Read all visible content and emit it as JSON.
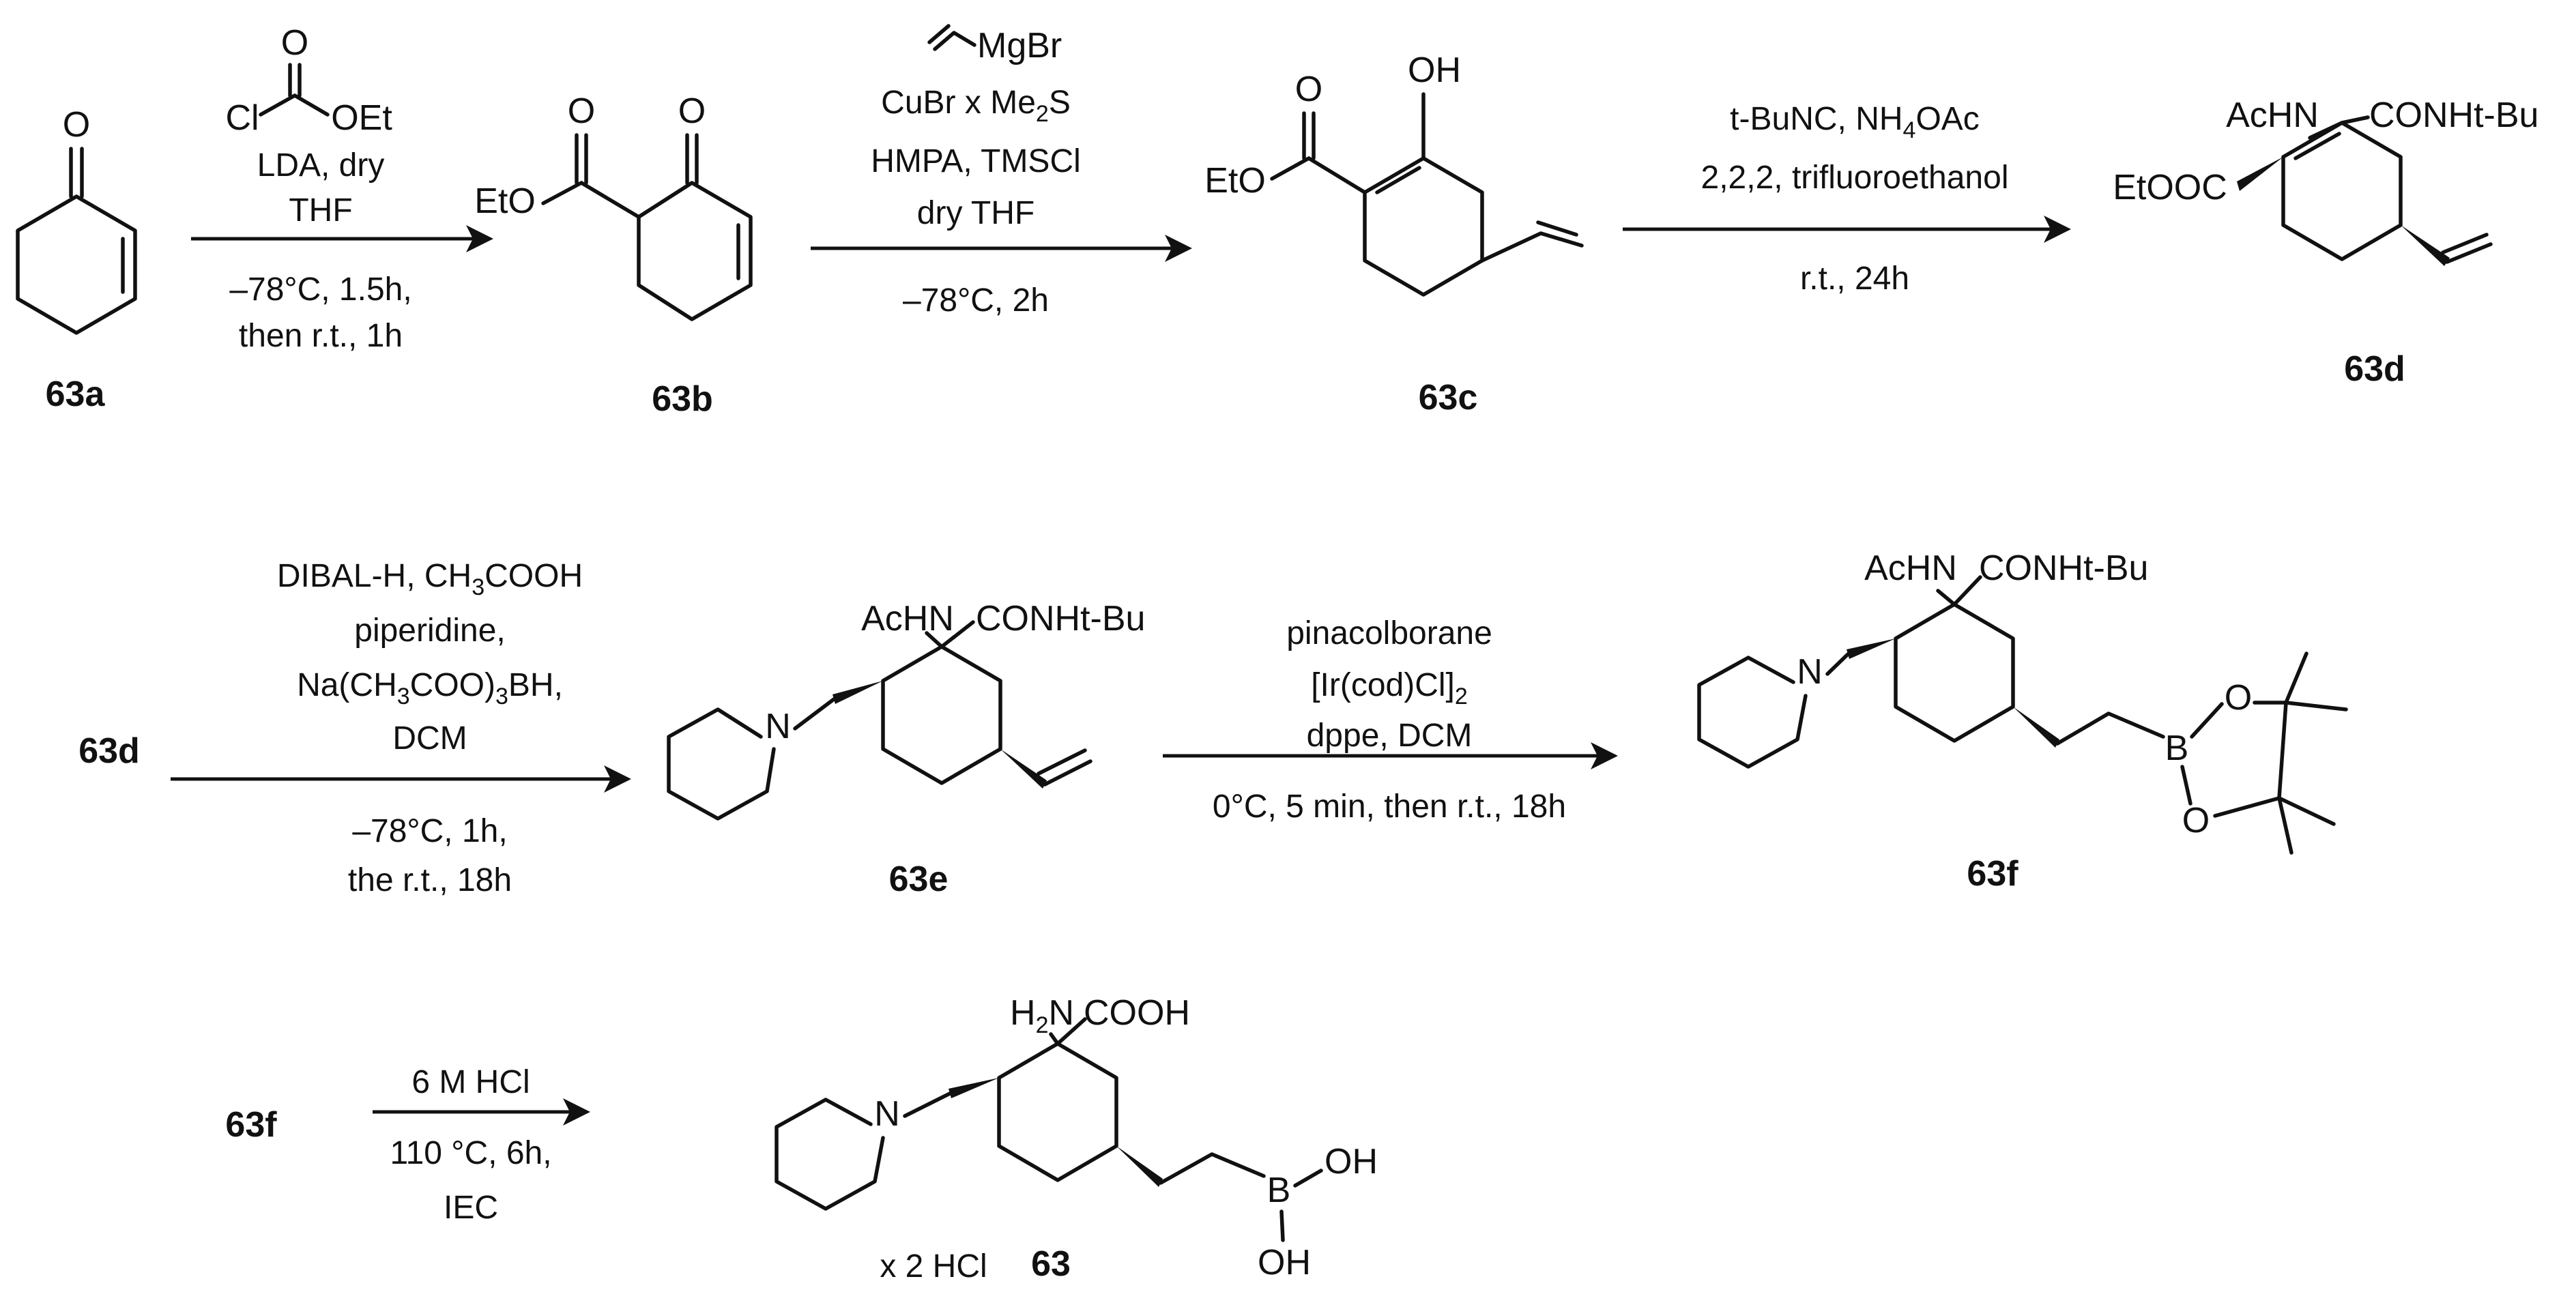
{
  "compounds": {
    "c63a": {
      "label": "63a",
      "atoms": {
        "o": "O"
      }
    },
    "c63b": {
      "label": "63b",
      "atoms": {
        "o_ester": "O",
        "o_ketone": "O",
        "eto": "EtO"
      }
    },
    "c63c": {
      "label": "63c",
      "atoms": {
        "o_ester": "O",
        "oh": "OH",
        "eto": "EtO"
      }
    },
    "c63d": {
      "label": "63d",
      "atoms": {
        "achn": "AcHN",
        "conh": "CONHt-Bu",
        "etooc": "EtOOC"
      }
    },
    "c63e": {
      "label": "63e",
      "atoms": {
        "achn": "AcHN",
        "conh": "CONHt-Bu",
        "n": "N"
      }
    },
    "c63f": {
      "label": "63f",
      "atoms": {
        "achn": "AcHN",
        "conh": "CONHt-Bu",
        "n": "N",
        "b": "B",
        "o1": "O",
        "o2": "O"
      }
    },
    "c63": {
      "label": "63",
      "salt": "x 2 HCl",
      "atoms": {
        "n": "N",
        "b": "B",
        "oh1": "OH",
        "oh2": "OH"
      }
    }
  },
  "start_labels": {
    "row2": "63d",
    "row3": "63f"
  },
  "reagent_atoms": {
    "cl": "Cl",
    "o": "O",
    "oet": "OEt",
    "mgbr": "MgBr"
  },
  "steps": [
    {
      "above": [
        "LDA, dry",
        "THF"
      ],
      "below": [
        "–78°C, 1.5h,",
        "then r.t., 1h"
      ]
    },
    {
      "above": [
        "CuBr x Me",
        "HMPA, TMSCl",
        "dry THF"
      ],
      "above_sub": "2",
      "above_tail": "S",
      "below": [
        "–78°C, 2h"
      ]
    },
    {
      "above": [
        "t-BuNC, NH",
        "2,2,2, trifluoroethanol"
      ],
      "above_sub": "4",
      "above_tail": "OAc",
      "below": [
        "r.t., 24h"
      ]
    },
    {
      "above": [
        "DIBAL-H, CH",
        "piperidine,",
        "Na(CH",
        "DCM"
      ],
      "sub3": "3",
      "tail_cooh": "COOH",
      "tail_coo": "COO)",
      "sub3b": "3",
      "tail_bh": "BH,",
      "below": [
        "–78°C, 1h,",
        "the r.t., 18h"
      ]
    },
    {
      "above": [
        "pinacolborane",
        "[Ir(cod)Cl]",
        "dppe, DCM"
      ],
      "above_sub": "2",
      "below": [
        "0°C, 5 min, then r.t., 18h"
      ]
    },
    {
      "above": [
        "6 M HCl"
      ],
      "below": [
        "110 °C, 6h,",
        "IEC"
      ]
    }
  ]
}
